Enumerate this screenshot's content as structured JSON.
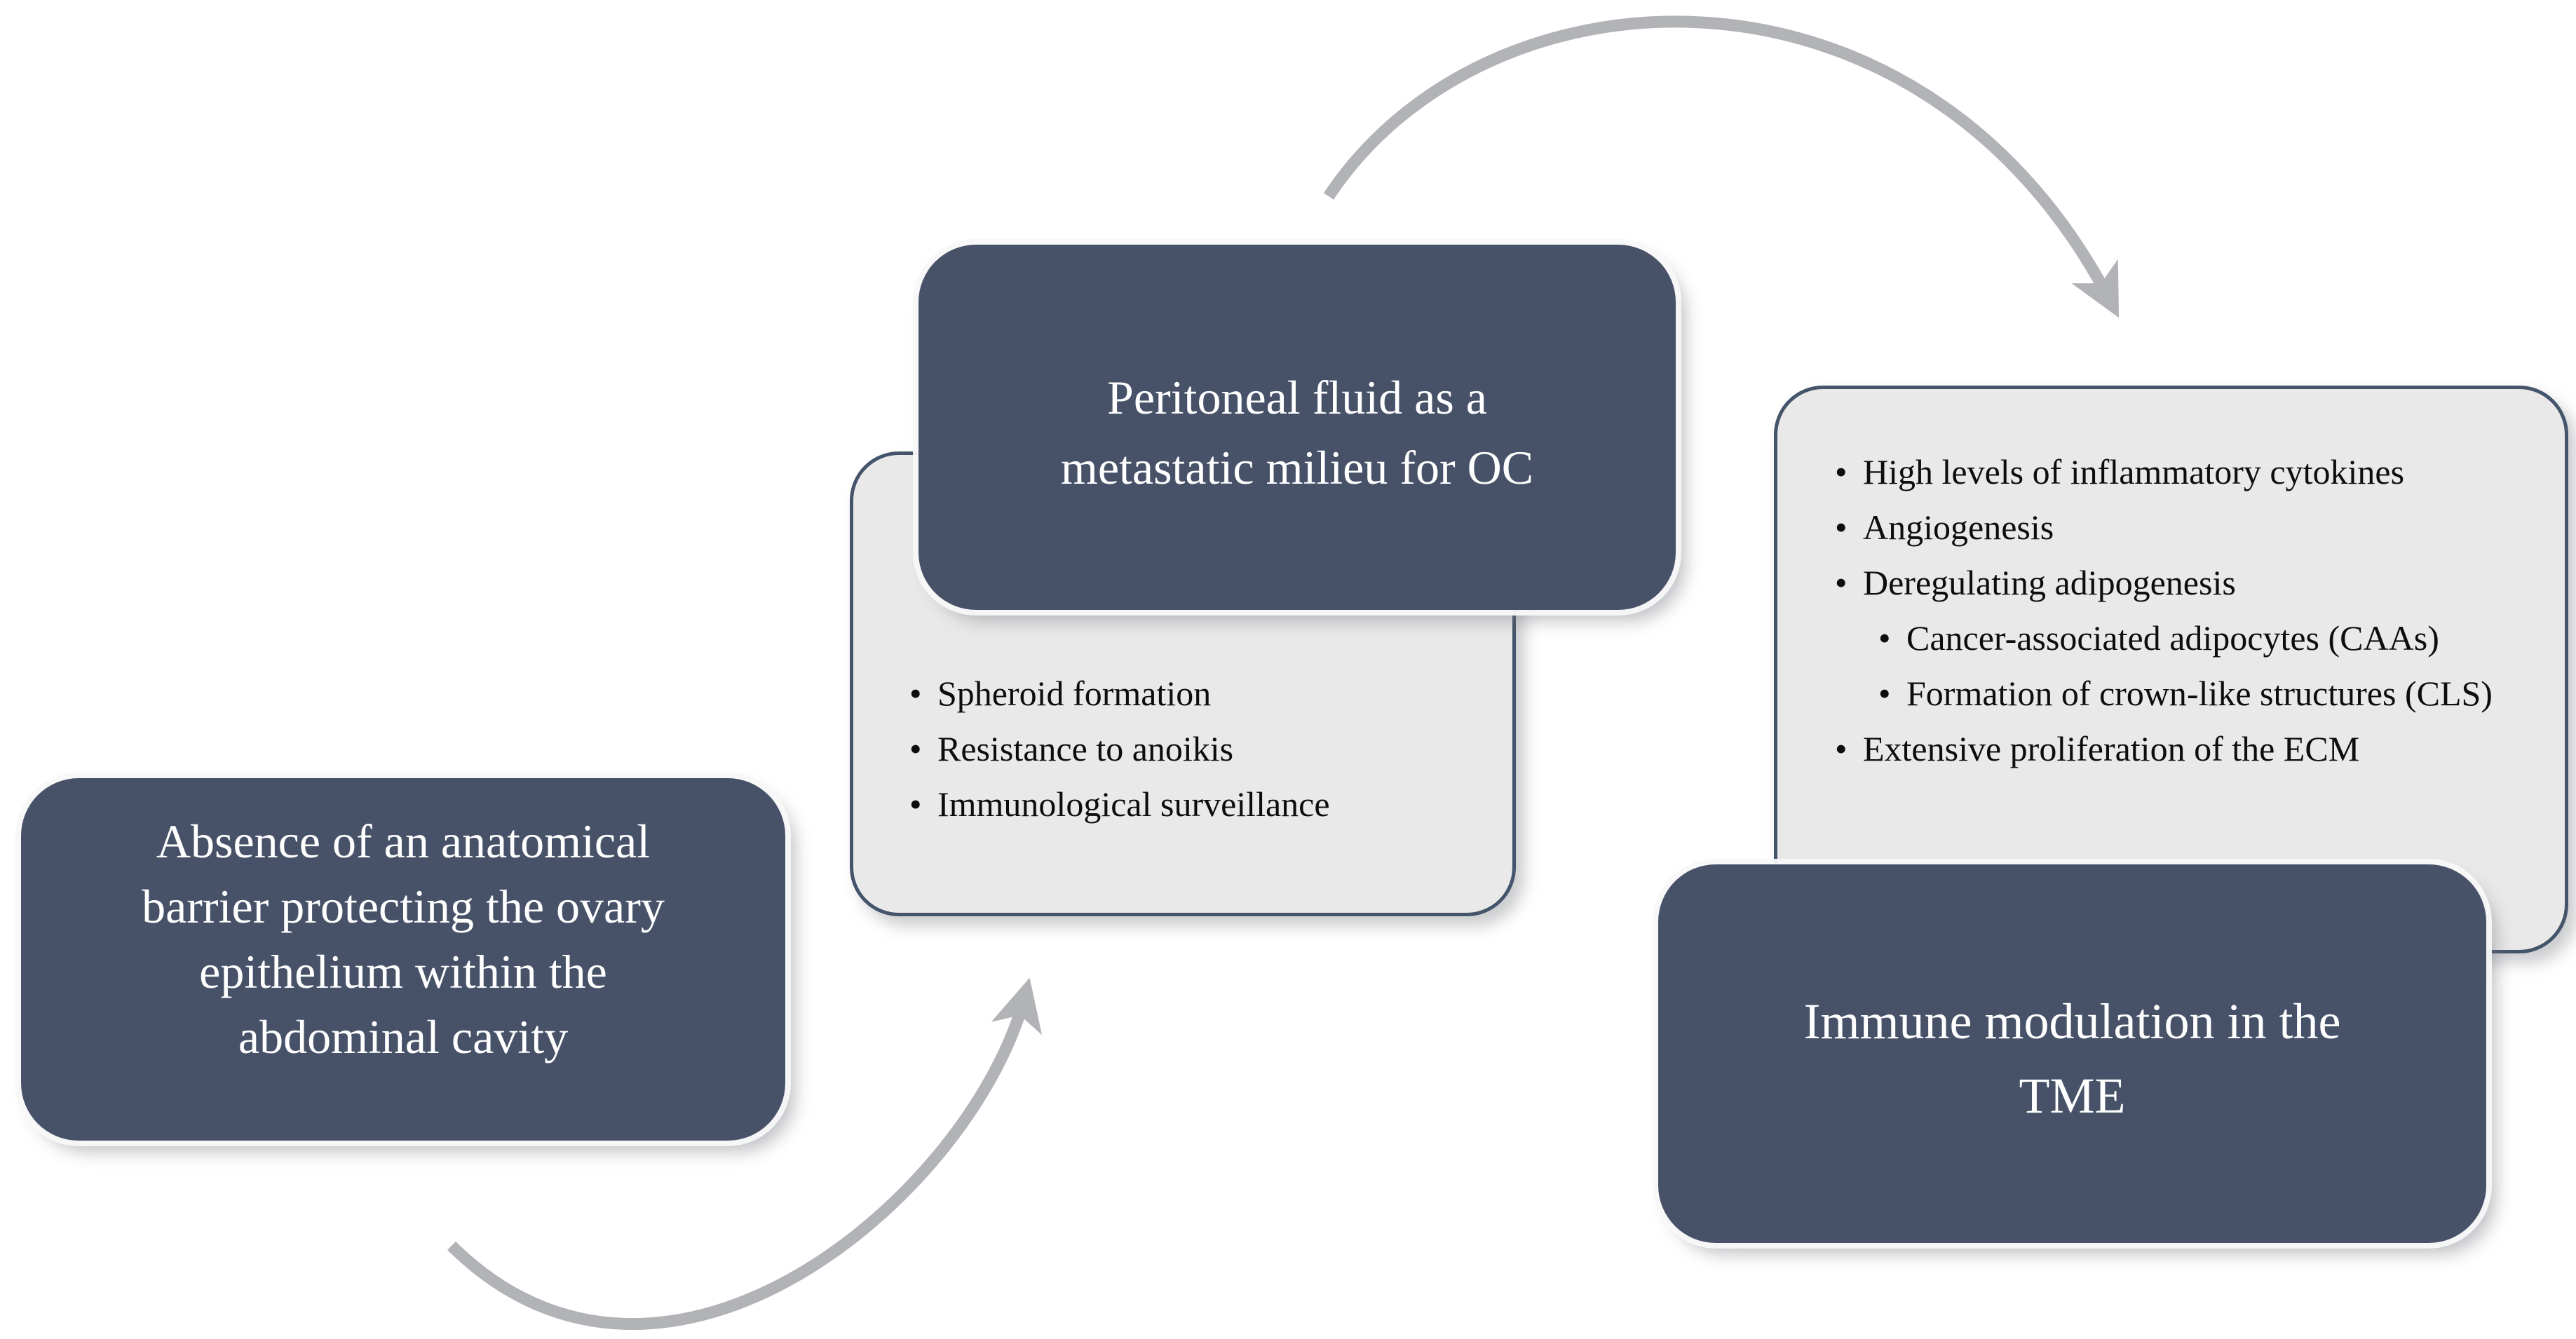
{
  "colors": {
    "dark_box": "#475269",
    "gray_box_fill": "#e9e9e9",
    "gray_box_border": "#44546a",
    "arrow": "#b2b3b6",
    "title_text": "#ffffff",
    "bullet_text": "#0d0d0d"
  },
  "icons": {
    "bullet": "•"
  },
  "boxes": {
    "left_dark": {
      "text": "Absence of an anatomical barrier protecting the ovary epithelium within the abdominal cavity",
      "lines": [
        "Absence of an anatomical",
        "barrier protecting the ovary",
        "epithelium within the",
        "abdominal cavity"
      ]
    },
    "middle_dark": {
      "text": "Peritoneal fluid as a metastatic milieu for OC",
      "lines": [
        "Peritoneal fluid as a",
        "metastatic milieu for OC"
      ]
    },
    "middle_gray": {
      "bullets": [
        {
          "level": 1,
          "text": "Spheroid formation"
        },
        {
          "level": 1,
          "text": "Resistance to anoikis"
        },
        {
          "level": 1,
          "text": "Immunological surveillance"
        }
      ]
    },
    "right_gray": {
      "bullets": [
        {
          "level": 1,
          "text": "High levels of inflammatory cytokines"
        },
        {
          "level": 1,
          "text": "Angiogenesis"
        },
        {
          "level": 1,
          "text": "Deregulating adipogenesis"
        },
        {
          "level": 2,
          "text": "Cancer-associated adipocytes (CAAs)"
        },
        {
          "level": 2,
          "text": "Formation of crown-like structures (CLS)"
        },
        {
          "level": 1,
          "text": "Extensive proliferation of the ECM"
        }
      ]
    },
    "right_dark": {
      "text": "Immune modulation in the TME",
      "lines": [
        "Immune modulation in the",
        "TME"
      ]
    }
  }
}
